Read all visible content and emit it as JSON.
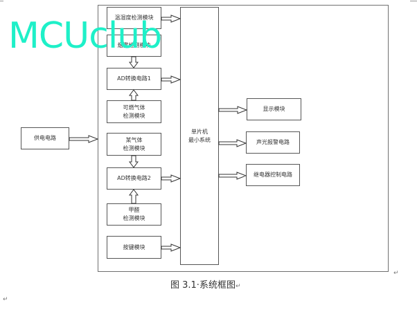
{
  "watermark": "MCUclub",
  "diagram": {
    "mcu": "单片机\n最小系统",
    "power": "供电电路",
    "left_modules": [
      "温湿度检测模块",
      "烟雾检测模块",
      "AD转换电路1",
      "可燃气体\n检测模块",
      "某气体\n检测模块",
      "AD转换电路2",
      "甲醛\n检测模块",
      "按键模块"
    ],
    "right_modules": [
      "显示模块",
      "声光报警电路",
      "继电器控制电路"
    ]
  },
  "caption": "图 3.1·系统框图",
  "paragraph_mark": "↵",
  "colors": {
    "watermark": "#1ef0c8",
    "frame": "#6f6f6f",
    "box_border": "#555555"
  }
}
